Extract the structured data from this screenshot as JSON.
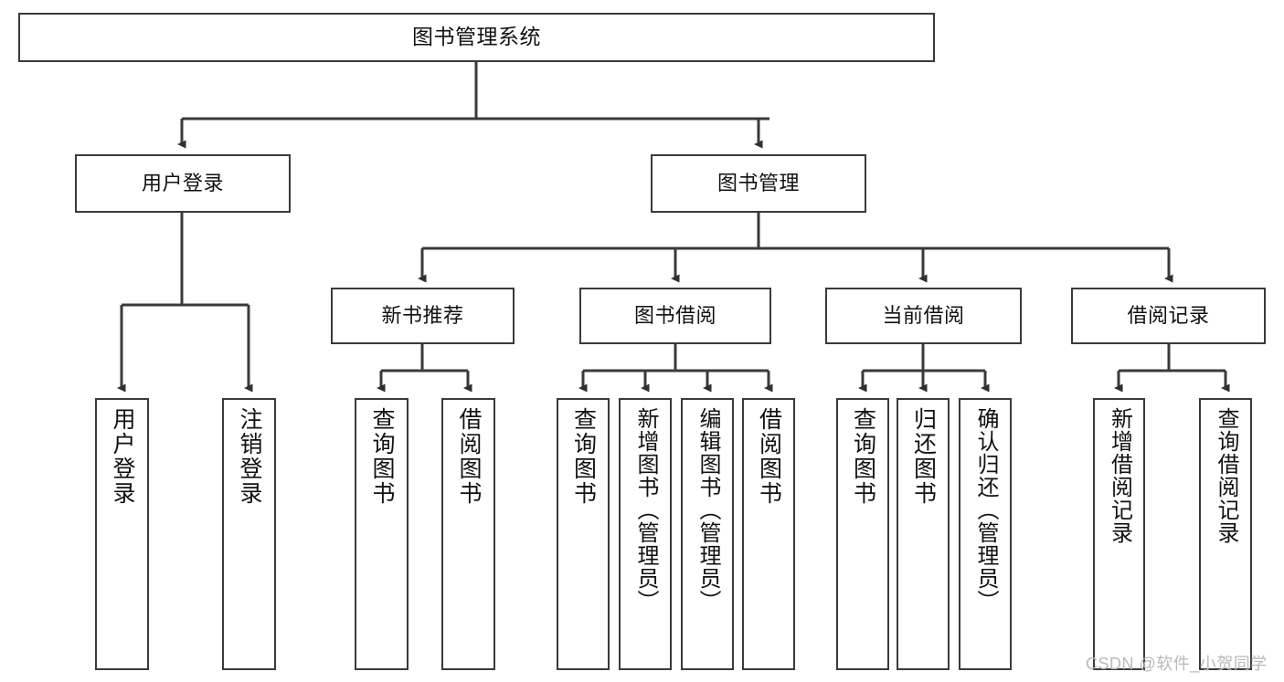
{
  "diagram": {
    "type": "tree-hierarchy-chart",
    "title": "图书管理系统",
    "line_color": "#3a3a3a",
    "box_fill": "#ffffff",
    "text_color": "#111111",
    "watermark": "CSDN @软件_小贺同学"
  },
  "nodes": {
    "root": {
      "label": "图书管理系统"
    },
    "level2": [
      {
        "id": "user-login",
        "label": "用户登录"
      },
      {
        "id": "book-management",
        "label": "图书管理"
      }
    ],
    "level3": [
      {
        "id": "new-book-recommend",
        "label": "新书推荐"
      },
      {
        "id": "book-borrow",
        "label": "图书借阅"
      },
      {
        "id": "current-borrow",
        "label": "当前借阅"
      },
      {
        "id": "borrow-record",
        "label": "借阅记录"
      }
    ],
    "leaves": {
      "user_login": [
        {
          "id": "leaf-user-login",
          "label": "用户登录"
        },
        {
          "id": "leaf-logout-login",
          "label": "注销登录"
        }
      ],
      "new_book_recommend": [
        {
          "id": "leaf-query-book-1",
          "label": "查询图书"
        },
        {
          "id": "leaf-borrow-book-1",
          "label": "借阅图书"
        }
      ],
      "book_borrow": [
        {
          "id": "leaf-query-book-2",
          "label": "查询图书"
        },
        {
          "id": "leaf-add-book",
          "label": "新增图书（管理员）"
        },
        {
          "id": "leaf-edit-book",
          "label": "编辑图书（管理员）"
        },
        {
          "id": "leaf-borrow-book-2",
          "label": "借阅图书"
        }
      ],
      "current_borrow": [
        {
          "id": "leaf-query-book-3",
          "label": "查询图书"
        },
        {
          "id": "leaf-return-book",
          "label": "归还图书"
        },
        {
          "id": "leaf-confirm-return",
          "label": "确认归还（管理员）"
        }
      ],
      "borrow_record": [
        {
          "id": "leaf-add-record",
          "label": "新增借阅记录"
        },
        {
          "id": "leaf-query-record",
          "label": "查询借阅记录"
        }
      ]
    }
  }
}
